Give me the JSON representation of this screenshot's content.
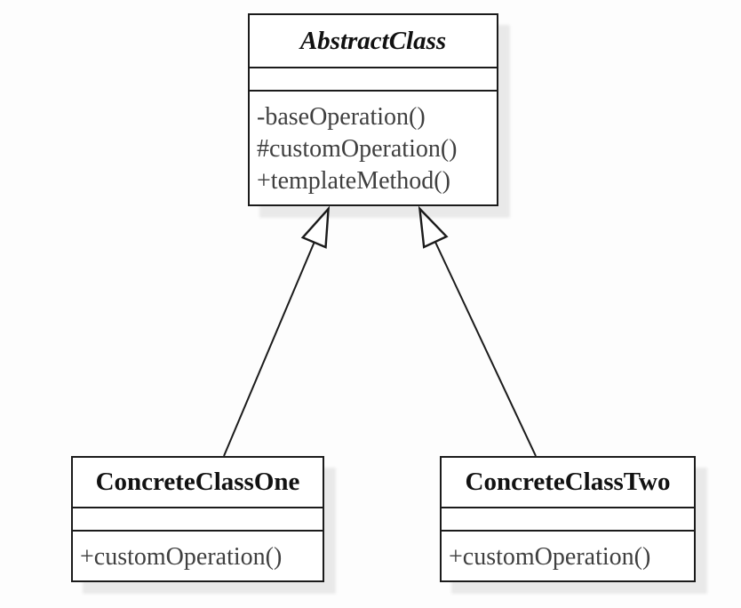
{
  "diagram": {
    "colors": {
      "background": "#fdfdfd",
      "box_fill": "#ffffff",
      "border": "#1b1b1b",
      "title_text": "#111111",
      "method_text": "#3f3f3f",
      "shadow": "#ececec"
    },
    "classes": [
      {
        "name": "AbstractClass",
        "abstract": true,
        "attributes": [],
        "methods": [
          "-baseOperation()",
          "#customOperation()",
          "+templateMethod()"
        ]
      },
      {
        "name": "ConcreteClassOne",
        "abstract": false,
        "attributes": [],
        "methods": [
          "+customOperation()"
        ]
      },
      {
        "name": "ConcreteClassTwo",
        "abstract": false,
        "attributes": [],
        "methods": [
          "+customOperation()"
        ]
      }
    ],
    "relationships": [
      {
        "from": "ConcreteClassOne",
        "to": "AbstractClass",
        "type": "generalization"
      },
      {
        "from": "ConcreteClassTwo",
        "to": "AbstractClass",
        "type": "generalization"
      }
    ]
  }
}
